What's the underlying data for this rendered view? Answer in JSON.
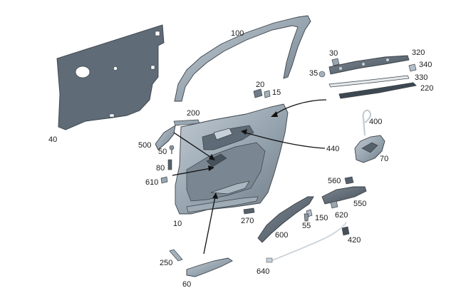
{
  "diagram": {
    "callouts": [
      "100",
      "30",
      "320",
      "35",
      "340",
      "330",
      "220",
      "20",
      "15",
      "40",
      "200",
      "400",
      "500",
      "50",
      "440",
      "70",
      "80",
      "610",
      "560",
      "550",
      "620",
      "150",
      "55",
      "10",
      "270",
      "420",
      "600",
      "250",
      "640",
      "60"
    ]
  },
  "colors": {
    "part_fill": "#8e9ba6",
    "part_light": "#b4c0c9",
    "part_dark": "#56616b",
    "liner_fill": "#5e6a75",
    "cable_fill": "#e4e8eb",
    "leader": "#111111"
  }
}
